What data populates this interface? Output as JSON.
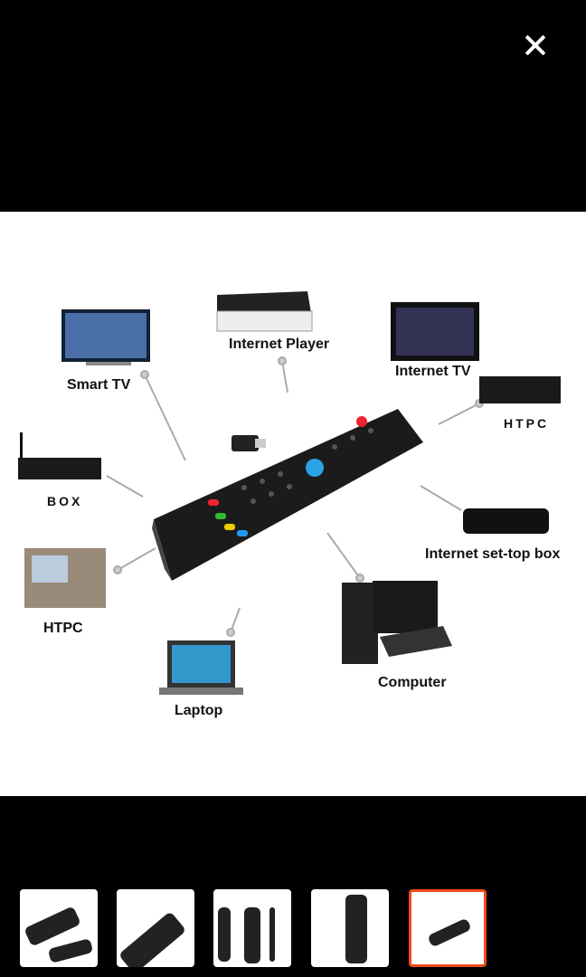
{
  "viewer": {
    "close_icon": "close-icon"
  },
  "image": {
    "labels": {
      "smart_tv": "Smart TV",
      "internet_player": "Internet Player",
      "internet_tv": "Internet TV",
      "htpc_right": "HTPC",
      "box": "BOX",
      "internet_set_top_box": "Internet set-top box",
      "htpc_left": "HTPC",
      "computer": "Computer",
      "laptop": "Laptop"
    }
  },
  "thumbnails": {
    "count": 5,
    "selected_index": 4,
    "selected_color": "#f04a1c"
  }
}
